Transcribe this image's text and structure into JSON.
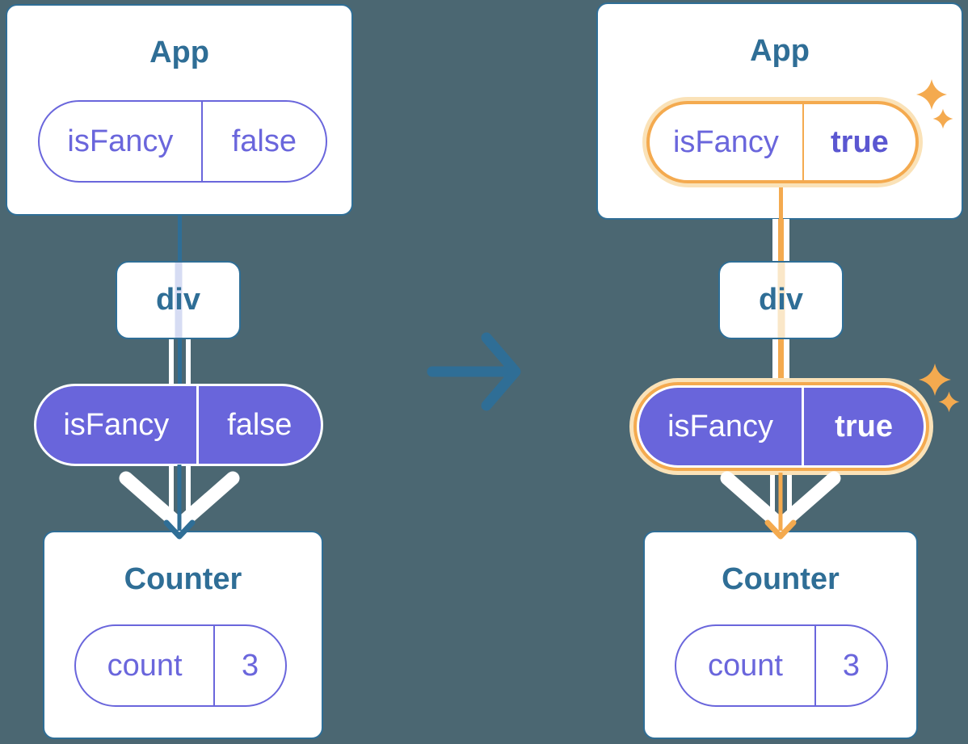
{
  "colors": {
    "background": "#4B6772",
    "teal": "#2F6E96",
    "purple_fill": "#6965DB",
    "purple_text": "#6A66DC",
    "purple_text_bold": "#5B57D1",
    "white": "#FFFFFF",
    "orange_highlight": "#F4AA4F",
    "orange_glow": "#FAE2B8",
    "lavender_stripe": "#D6DCF3",
    "peach_stripe": "#FAE7C8"
  },
  "icons": {
    "transition": "arrow-right-icon",
    "flow_down": "arrow-down-icon",
    "sparkle": "sparkle-icon"
  },
  "left_tree": {
    "app": {
      "title": "App",
      "prop_name": "isFancy",
      "prop_value": "false"
    },
    "div_node": {
      "label": "div"
    },
    "passed_prop": {
      "prop_name": "isFancy",
      "prop_value": "false"
    },
    "counter": {
      "title": "Counter",
      "state_name": "count",
      "state_value": "3"
    }
  },
  "right_tree": {
    "app": {
      "title": "App",
      "prop_name": "isFancy",
      "prop_value": "true"
    },
    "div_node": {
      "label": "div"
    },
    "passed_prop": {
      "prop_name": "isFancy",
      "prop_value": "true"
    },
    "counter": {
      "title": "Counter",
      "state_name": "count",
      "state_value": "3"
    }
  }
}
